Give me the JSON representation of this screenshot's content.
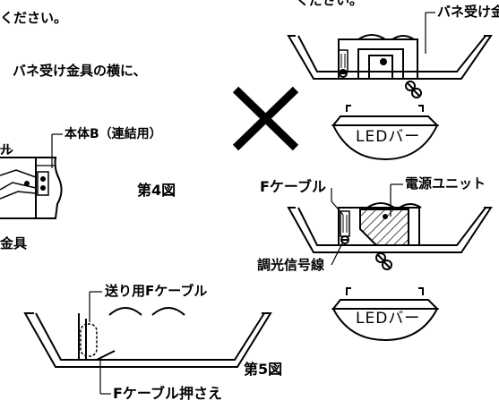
{
  "text": {
    "top_clip_left": "ください。",
    "top_clip_mid": "ください。",
    "top_clip_right": "バネ受け金具",
    "instr_line2": "バネ受け金具の横に、",
    "body_b_label": "本体B（連結用）",
    "left_clip_le": "ル",
    "left_clip_kingu": "金具",
    "fig4": "第4図",
    "led_bar_top": "LEDバー",
    "f_cable": "Fケーブル",
    "power_unit": "電源ユニット",
    "dimmer_line": "調光信号線",
    "led_bar_bottom": "LEDバー",
    "send_f_cable": "送り用Fケーブル",
    "fig5": "第5図",
    "f_cable_holder": "Fケーブル押さえ"
  }
}
